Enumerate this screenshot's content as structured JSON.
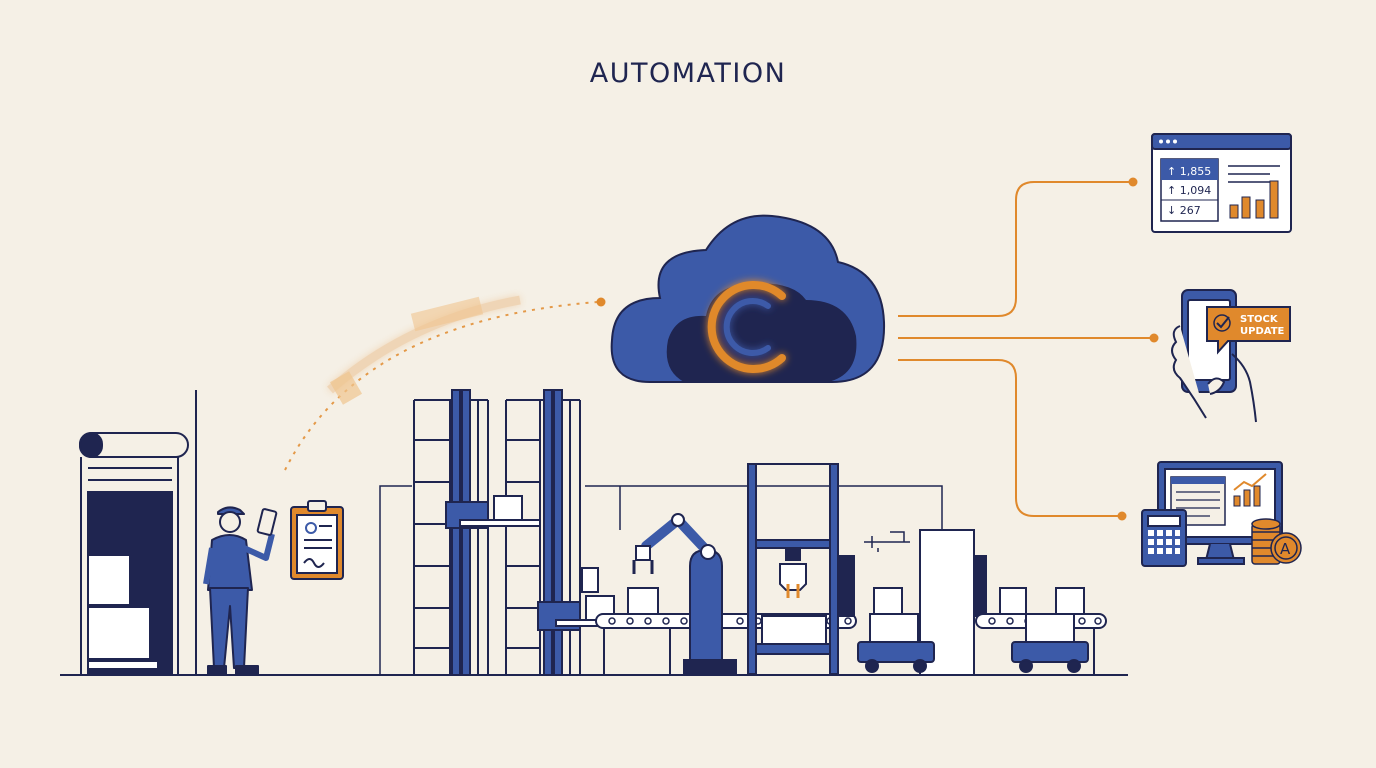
{
  "title": "AUTOMATION",
  "colors": {
    "navy": "#1f2550",
    "blue": "#3c5aa8",
    "orange": "#e0892c",
    "background": "#f5f0e6"
  },
  "dashboard": {
    "stats": [
      "↑ 1,855",
      "↑ 1,094",
      "↓ 267"
    ]
  },
  "phone_notification": {
    "line1": "STOCK",
    "line2": "UPDATE"
  },
  "coin_letter": "A",
  "icons": [
    "cloud-icon",
    "logo-c-icon",
    "clipboard-icon",
    "worker-icon",
    "dashboard-window-icon",
    "phone-hand-icon",
    "calculator-icon",
    "monitor-chart-icon",
    "coins-icon",
    "robot-arm-icon",
    "agv-icon"
  ]
}
